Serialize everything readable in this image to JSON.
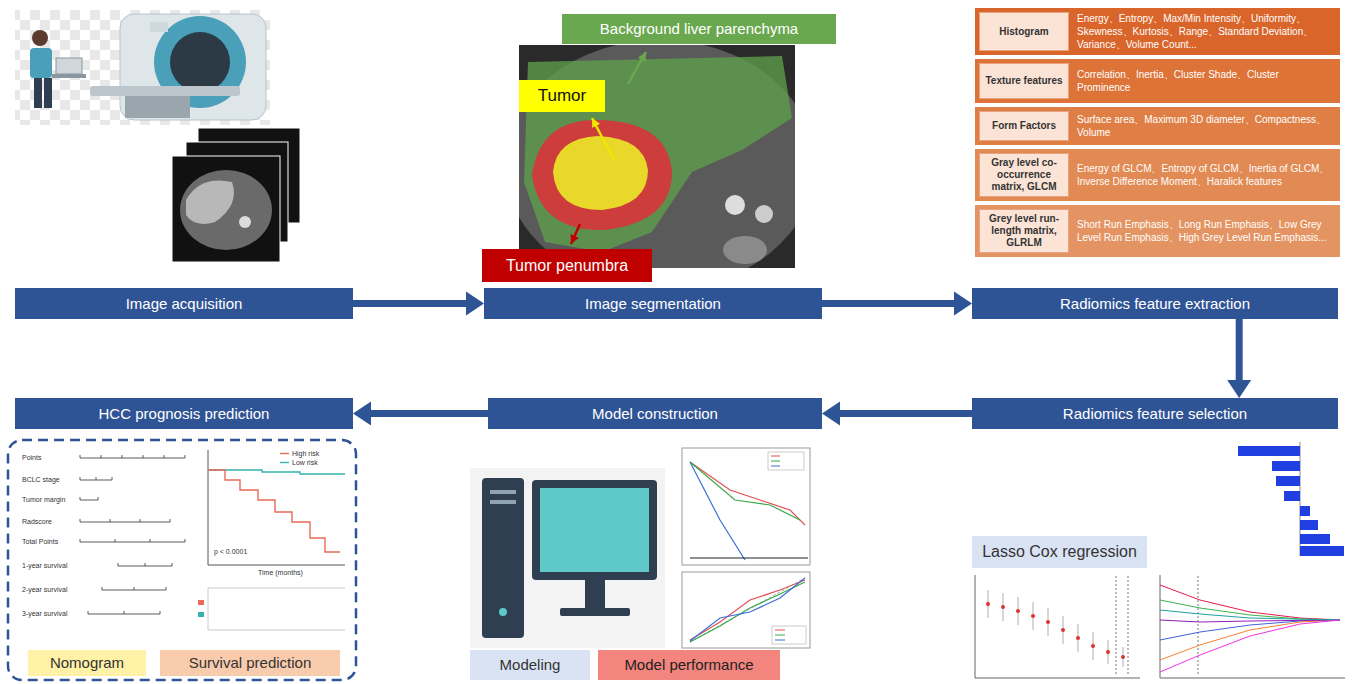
{
  "diagram": {
    "nodes": [
      {
        "text": [
          "Image acquisition"
        ]
      },
      {
        "text": [
          "Background liver parenchyma"
        ]
      },
      {
        "text": [
          "Tumor"
        ]
      },
      {
        "text": [
          "Tumor penumbra"
        ]
      },
      {
        "text": [
          "Image segmentation"
        ]
      },
      {
        "text": [
          "Histogram",
          "Energy、Entropy、Max/Min Intensity、Uniformity、Skewness、Kurtosis、Range、Standard Deviation、Variance、Volume Count..."
        ]
      },
      {
        "text": [
          "Texture features",
          "Correlation、Inertia、Cluster Shade、Cluster Prominence"
        ]
      },
      {
        "text": [
          "Form Factors",
          "Surface area、Maximum 3D diameter、Compactness、Volume"
        ]
      },
      {
        "text": [
          "Gray level co-occurrence matrix, GLCM",
          "Energy of GLCM、Entropy of GLCM、Inertia of GLCM、Inverse Difference Moment、Haralick features"
        ]
      },
      {
        "text": [
          "Grey level run-length matrix, GLRLM",
          "Short Run Emphasis、Long Run Emphasis、Low Grey Level Run Emphasis、High Grey Level Run Emphasis..."
        ]
      },
      {
        "text": [
          "Radiomics feature extraction"
        ]
      },
      {
        "text": [
          "Radiomics feature selection"
        ]
      },
      {
        "text": [
          "Lasso Cox regression"
        ]
      },
      {
        "text": [
          "Model construction"
        ]
      },
      {
        "text": [
          "Modeling"
        ]
      },
      {
        "text": [
          "Model performance"
        ]
      },
      {
        "text": [
          "HCC prognosis prediction"
        ]
      },
      {
        "text": [
          "Nomogram"
        ]
      },
      {
        "text": [
          "Survival prediction"
        ]
      }
    ],
    "edges": [
      {
        "from": 0,
        "to": 4,
        "arrow": "to"
      },
      {
        "from": 4,
        "to": 10,
        "arrow": "to"
      },
      {
        "from": 10,
        "to": 11,
        "arrow": "to"
      },
      {
        "from": 11,
        "to": 13,
        "arrow": "to"
      },
      {
        "from": 13,
        "to": 16,
        "arrow": "to"
      }
    ],
    "labels": [
      "Points",
      "BCLC stage",
      "Tumor margin",
      "Radscore",
      "Total Points",
      "1-year survival",
      "2-year survival",
      "3-year survival",
      "High risk",
      "Low risk",
      "p < 0.0001",
      "Time (months)"
    ]
  }
}
